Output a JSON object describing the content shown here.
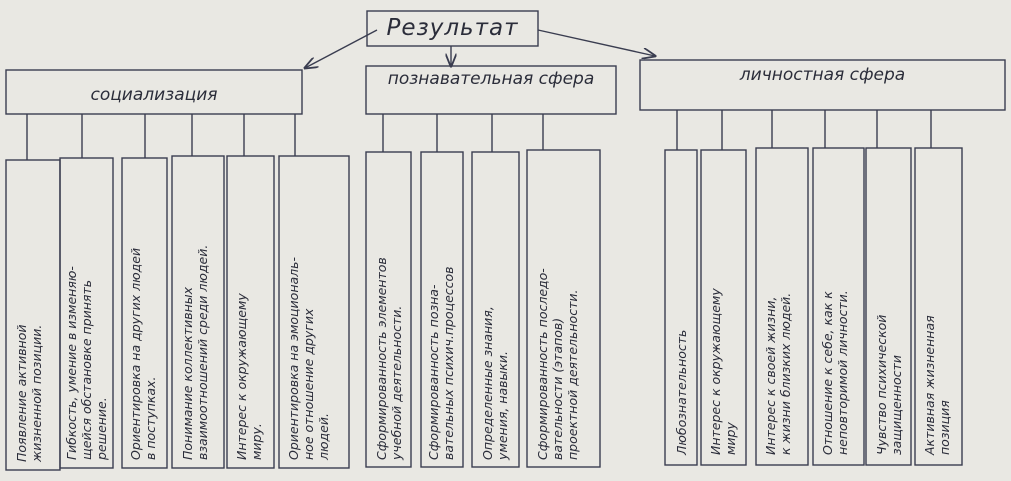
{
  "title": "Результат",
  "categories": [
    {
      "name": "социализация",
      "items": [
        "Появление активной\nжизненной позиции.",
        "Гибкость, умение в изменяю-\nщейся обстановке принять\nрешение.",
        "Ориентировка на других людей\nв поступках.",
        "Понимание коллективных\nвзаимоотношений среди людей.",
        "Интерес к окружающему\nмиру.",
        "Ориентировка на эмоциональ-\nное отношение других\nлюдей."
      ]
    },
    {
      "name": "познавательная сфера",
      "items": [
        "Сформированность элементов\nучебной деятельности.",
        "Сформированность позна-\nвательных психич.процессов",
        "Определенные знания,\nумения, навыки.",
        "Сформированность последо-\nвательности (этапов)\nпроектной деятельности."
      ]
    },
    {
      "name": "личностная сфера",
      "items": [
        "Любознательность",
        "Интерес к окружающему\nмиру",
        "Интерес к своей жизни,\nк жизни близких людей.",
        "Отношение к себе, как к\nнеповторимой личности.",
        "Чувство психической\nзащищенности",
        "Активная жизненная\nпозиция"
      ]
    }
  ]
}
